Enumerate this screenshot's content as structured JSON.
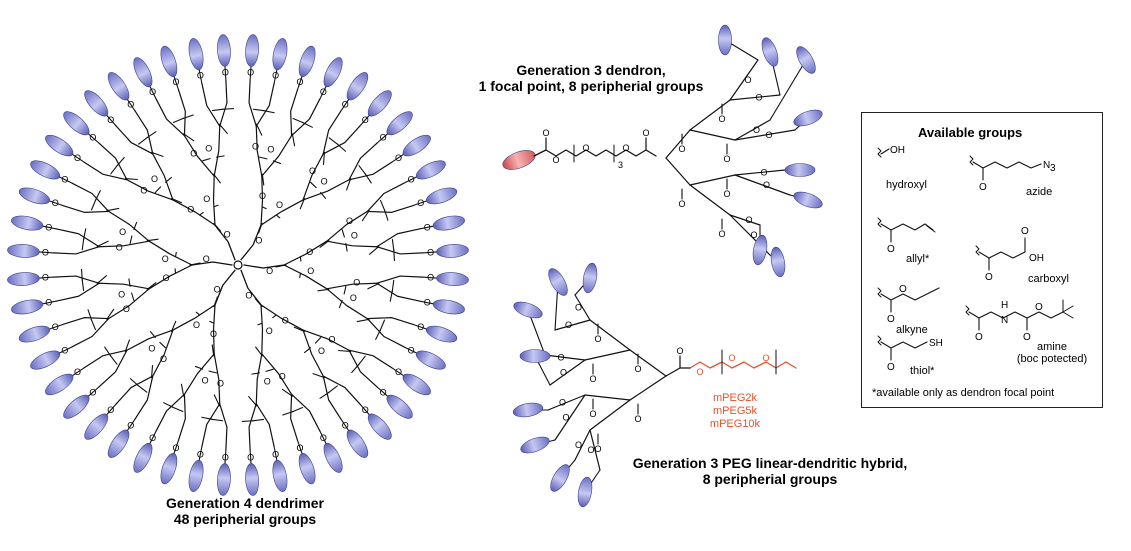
{
  "dendrimer": {
    "caption_line1": "Generation 4 dendrimer",
    "caption_line2": "48 peripherial groups"
  },
  "dendron": {
    "caption_line1": "Generation 3 dendron,",
    "caption_line2": "1 focal point, 8 peripherial groups",
    "subscript": "3"
  },
  "hybrid": {
    "caption_line1": "Generation 3 PEG linear-dendritic hybrid,",
    "caption_line2": "8 peripherial groups",
    "peg_labels": [
      "mPEG2k",
      "mPEG5k",
      "mPEG10k"
    ]
  },
  "groups_box": {
    "title": "Available groups",
    "items": [
      {
        "name": "hydroxyl",
        "formula": "OH"
      },
      {
        "name": "azide",
        "formula": "N3"
      },
      {
        "name": "allyl*"
      },
      {
        "name": "carboxyl",
        "formula": "OH"
      },
      {
        "name": "alkyne"
      },
      {
        "name": "amine",
        "note": "(boc potected)"
      },
      {
        "name": "thiol*",
        "formula": "SH"
      }
    ],
    "footnote": "*available only as dendron focal point"
  },
  "colors": {
    "peripheral": "#8c8fd6",
    "focal_point": "#e86a6a",
    "peg": "#e8502a",
    "bond": "#111111"
  }
}
